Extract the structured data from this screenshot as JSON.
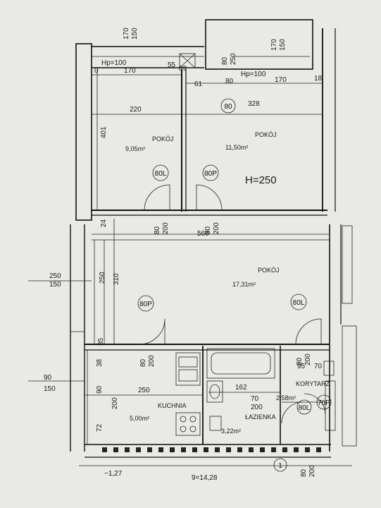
{
  "rooms": {
    "pokoj_left": {
      "name": "POKÓJ",
      "area": "9,05m²"
    },
    "pokoj_right": {
      "name": "POKÓJ",
      "area": "11,50m²"
    },
    "pokoj_main": {
      "name": "POKÓJ",
      "area": "17,31m²"
    },
    "kuchnia": {
      "name": "KUCHNIA",
      "area": "5,00m²"
    },
    "lazienka": {
      "name": "ŁAZIENKA",
      "area": "3,22m²"
    },
    "korytarz": {
      "name": "KORYTARZ",
      "area": "2,58m²"
    }
  },
  "height_label": "H=250",
  "doors": {
    "d1": "80L",
    "d2": "80P",
    "d3": "80P",
    "d4": "80L",
    "d5": "80L",
    "d6": "70P",
    "d7": "80"
  },
  "window_labels": {
    "hp_left": "Hp=100",
    "hp_right": "Hp=100"
  },
  "dims": {
    "top_170_a": "170",
    "top_150_a": "150",
    "top_170_b": "170",
    "top_150_b": "150",
    "top_80": "80",
    "top_250": "250",
    "d0": "0",
    "d170a": "170",
    "d55": "55",
    "d89": "89",
    "d61": "61",
    "d80a": "80",
    "d170b": "170",
    "d18": "18",
    "d220": "220",
    "d328": "328",
    "d401": "401",
    "d560": "560",
    "d80b": "80",
    "d200a": "200",
    "d80c": "80",
    "d200b": "200",
    "d24": "24",
    "d250a": "250",
    "d150a": "150",
    "d250b": "250",
    "d310": "310",
    "d35": "35",
    "d80d": "80",
    "d200c": "200",
    "d80e": "80",
    "d200d": "200",
    "d95": "95",
    "d70a": "70",
    "d38": "38",
    "d90a": "90",
    "d150b": "150",
    "d90b": "90",
    "d250c": "250",
    "d162": "162",
    "d200e": "200",
    "d72": "72",
    "d70b": "70",
    "d200f": "200",
    "d127": "−1,27",
    "d80f": "80",
    "d200g": "200",
    "bottom_text": "9=14,28"
  },
  "marker": "1"
}
